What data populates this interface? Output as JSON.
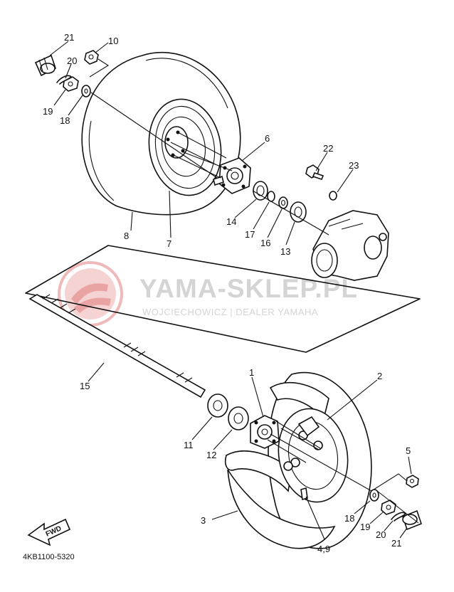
{
  "diagram_code": "4KB1100-5320",
  "fwd_label": "FWD",
  "watermark": {
    "title": "YAMA-SKLEP.PL",
    "subtitle": "WOJCIECHOWICZ | DEALER YAMAHA",
    "logo_color": "#e9a3a3"
  },
  "callouts": {
    "c21_top": "21",
    "c10": "10",
    "c20_top": "20",
    "c19_top": "19",
    "c18_top": "18",
    "c6": "6",
    "c22": "22",
    "c23": "23",
    "c8": "8",
    "c7": "7",
    "c14": "14",
    "c17": "17",
    "c16": "16",
    "c13": "13",
    "c15": "15",
    "c1": "1",
    "c2": "2",
    "c11": "11",
    "c12": "12",
    "c5": "5",
    "c3": "3",
    "c18_bot": "18",
    "c19_bot": "19",
    "c20_bot": "20",
    "c21_bot": "21",
    "c4_9": "4,9"
  }
}
